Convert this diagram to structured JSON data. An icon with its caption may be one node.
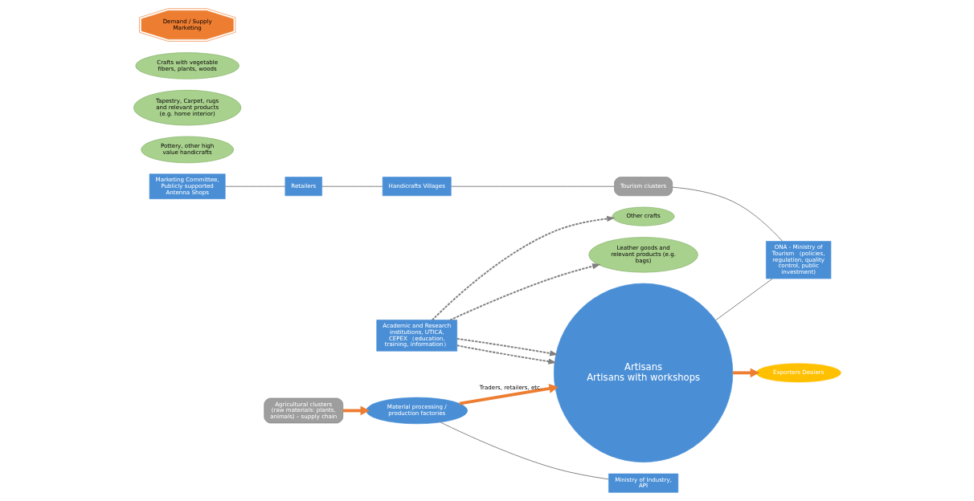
{
  "diagram": {
    "nodes": [
      {
        "text": [
          "Exporters Dealers"
        ]
      },
      {
        "text": [
          "Academic and Research institutions, UTICA, CEPEX （education, training, information）"
        ]
      },
      {
        "text": [
          "Marketing Committee, Publicly supported Antenna Shops"
        ]
      },
      {
        "text": [
          "Retailers"
        ]
      },
      {
        "text": [
          "Handicrafts Villages"
        ]
      },
      {
        "text": [
          "Tourism clusters"
        ]
      },
      {
        "text": [
          "Artisans",
          "Artisans with workshops"
        ]
      },
      {
        "text": [
          "Other crafts"
        ]
      },
      {
        "text": [
          "Leather goods and relevant products (e.g. bags)"
        ]
      },
      {
        "text": [
          "Pottery, other high value handicrafts"
        ]
      },
      {
        "text": [
          "Tapestry, Carpet, rugs and relevant products (e.g. home interior)"
        ]
      },
      {
        "text": [
          "Crafts with vegetable fibers, plants, woods"
        ]
      },
      {
        "text": [
          "Demand / Supply Marketing"
        ]
      },
      {
        "text": [
          "Material processing / production factories"
        ]
      },
      {
        "text": [
          "Agricultural clusters (raw materials: plants, animals) – supply chain"
        ]
      },
      {
        "text": [
          "ONA - Ministry of Tourism （policies, regulation, quality control, public investment)"
        ]
      },
      {
        "text": [
          "Ministry of Industry, API"
        ]
      }
    ],
    "edges": [
      {
        "from": 6,
        "to": 0,
        "arrow": "to",
        "style": "thick",
        "color": "#ed7d31"
      },
      {
        "from": 1,
        "to": 7,
        "arrow": "to",
        "style": "dashed"
      },
      {
        "from": 1,
        "to": 6,
        "arrow": "to",
        "style": "dashed"
      },
      {
        "from": 1,
        "to": 6,
        "arrow": "to",
        "style": "dashed"
      },
      {
        "from": 1,
        "to": 8,
        "arrow": "to",
        "style": "dashed"
      },
      {
        "from": 2,
        "to": 3,
        "arrow": "none"
      },
      {
        "from": 3,
        "to": 4,
        "arrow": "none"
      },
      {
        "from": 4,
        "to": 5,
        "arrow": "none"
      },
      {
        "from": 5,
        "to": 15,
        "arrow": "none"
      },
      {
        "from": 6,
        "to": 15,
        "arrow": "none"
      },
      {
        "from": 13,
        "to": 6,
        "arrow": "to",
        "label": "Traders, retailers, etc.",
        "style": "thick",
        "color": "#ed7d31"
      },
      {
        "from": 14,
        "to": 13,
        "arrow": "to",
        "style": "thick",
        "color": "#ed7d31"
      },
      {
        "from": 13,
        "to": 16,
        "arrow": "none"
      }
    ]
  }
}
